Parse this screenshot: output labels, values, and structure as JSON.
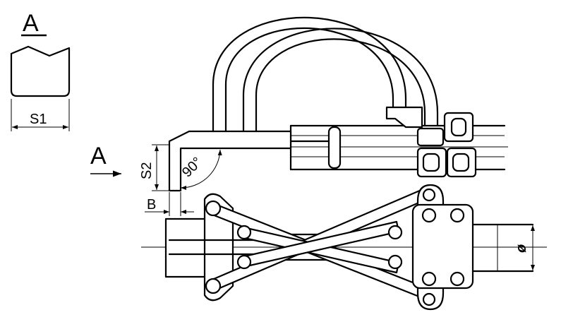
{
  "drawing": {
    "view_label": "A",
    "view_arrow_label": "A",
    "dim_s1": "S1",
    "dim_s2": "S2",
    "angle": "90°",
    "dim_b": "B",
    "dim_diameter": "ø"
  },
  "colors": {
    "line": "#000000",
    "background": "#ffffff"
  }
}
